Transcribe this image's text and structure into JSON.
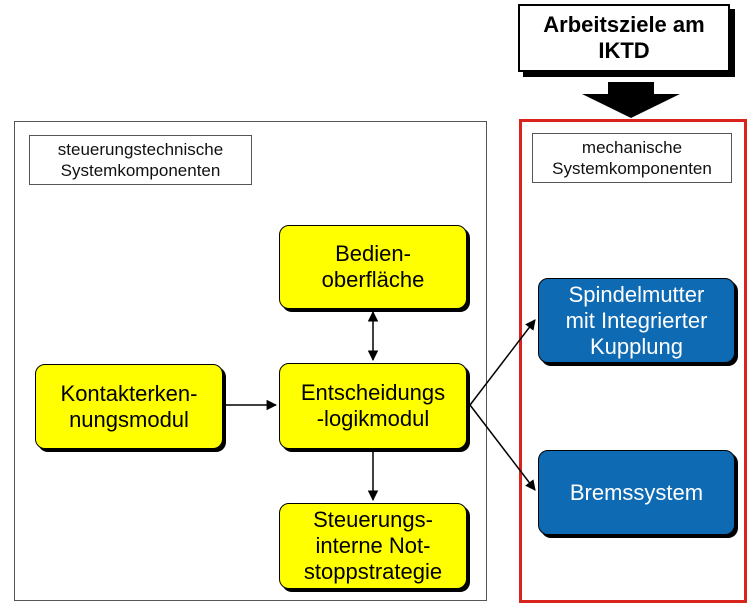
{
  "header": {
    "goal_title": "Arbeitsziele am\nIKTD"
  },
  "panels": {
    "control": {
      "label": "steuerungstechnische\nSystemkomponenten"
    },
    "mechanical": {
      "label": "mechanische\nSystemkomponenten"
    }
  },
  "nodes": {
    "bedien": "Bedien-\noberfläche",
    "kontakt": "Kontakterken-\nnungsmodul",
    "entscheidung": "Entscheidungs\n-logikmodul",
    "stoerung": "Steuerungs-\ninterne Not-\nstoppstrategie",
    "spindel": "Spindelmutter\nmit Integrierter\nKupplung",
    "brems": "Bremssystem"
  },
  "colors": {
    "yellow": "#ffff00",
    "blue": "#0e6ab3",
    "red_frame": "#d9241e"
  }
}
